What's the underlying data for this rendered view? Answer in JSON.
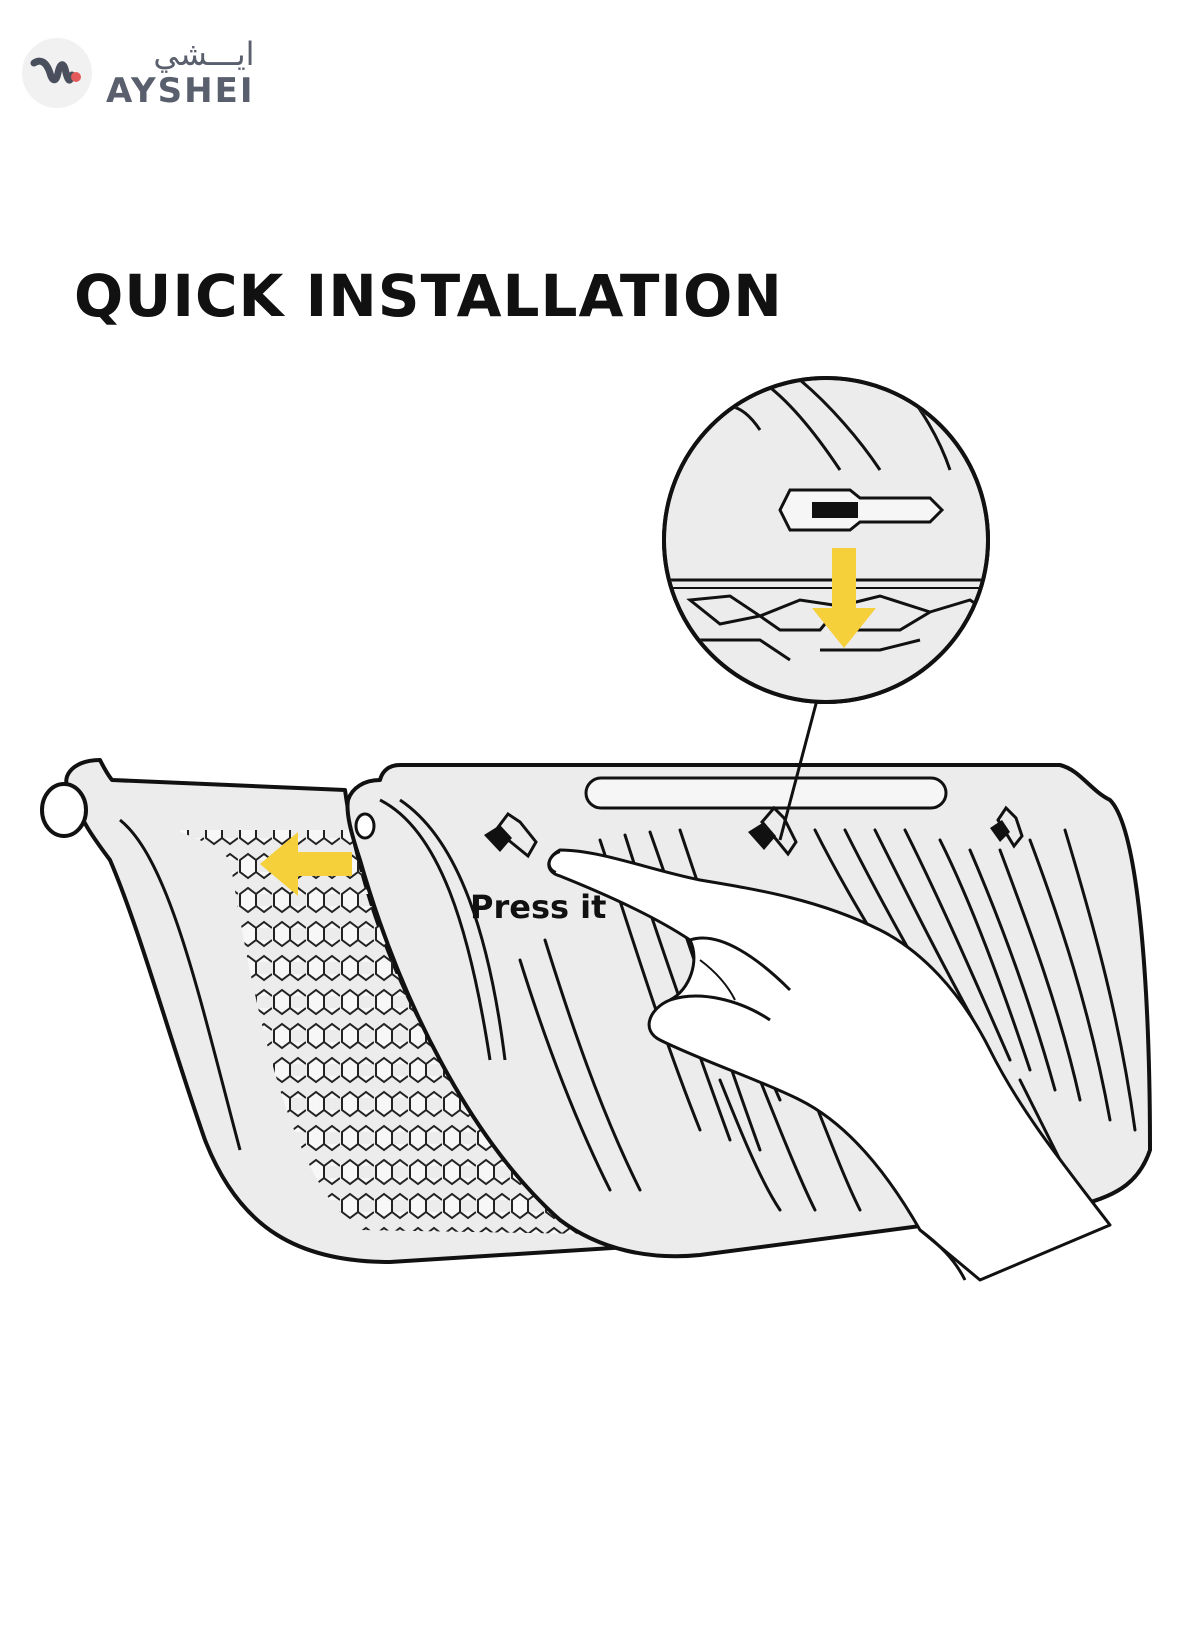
{
  "brand": {
    "name_ar": "ايـــشي",
    "name_en": "AYSHEI",
    "logo_icon": "ayshei-logo-icon"
  },
  "title": "QUICK INSTALLATION",
  "callout": {
    "label": "Press it"
  },
  "colors": {
    "arrow": "#f6d03a",
    "outline": "#111111",
    "panel": "#eeeeee",
    "brand_gray": "#5a5f6e",
    "brand_pink": "#e45a5a"
  },
  "icons": [
    "left-arrow-icon",
    "down-arrow-icon"
  ]
}
